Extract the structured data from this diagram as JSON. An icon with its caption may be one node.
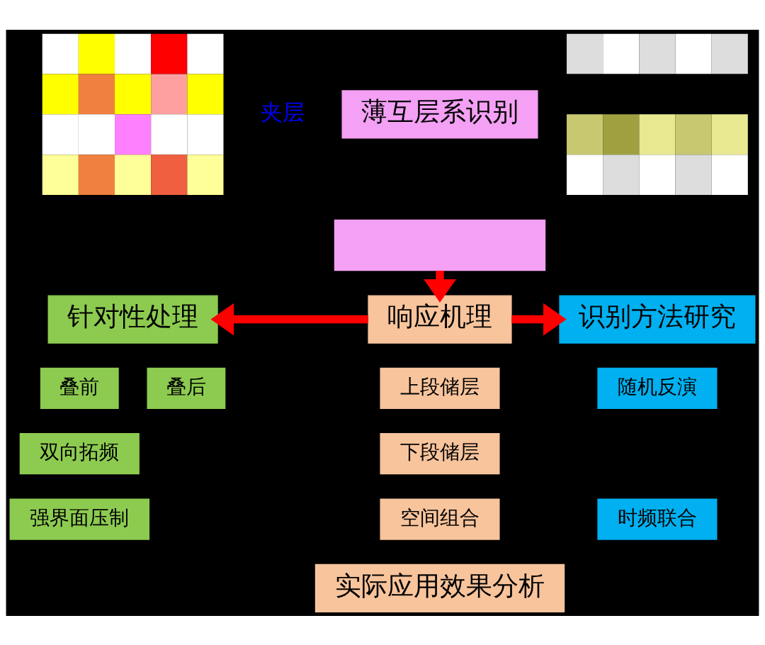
{
  "diagram": {
    "nodes": [
      {
        "text": [],
        "shape": "picture"
      },
      {
        "text": [],
        "shape": "picture"
      },
      {
        "text": [
          "薄互层系识别"
        ]
      },
      {
        "text": [],
        "shape": "box"
      },
      {
        "text": [
          "响应机理"
        ]
      },
      {
        "text": [
          "针对性处理"
        ]
      },
      {
        "text": [
          "识别方法研究"
        ]
      },
      {
        "text": [
          "叠前"
        ]
      },
      {
        "text": [
          "叠后"
        ]
      },
      {
        "text": [
          "双向拓频"
        ]
      },
      {
        "text": [
          "强界面压制"
        ]
      },
      {
        "text": [
          "上段储层"
        ]
      },
      {
        "text": [
          "下段储层"
        ]
      },
      {
        "text": [
          "空间组合"
        ]
      },
      {
        "text": [
          "随机反演"
        ]
      },
      {
        "text": [
          "时频联合"
        ]
      },
      {
        "text": [
          "实际应用效果分析"
        ]
      }
    ],
    "edges": [
      {
        "from": 3,
        "to": 4,
        "arrow": "to"
      },
      {
        "from": 4,
        "to": 5,
        "arrow": "to"
      },
      {
        "from": 4,
        "to": 6,
        "arrow": "to"
      }
    ],
    "labels": [
      "夹层"
    ]
  }
}
